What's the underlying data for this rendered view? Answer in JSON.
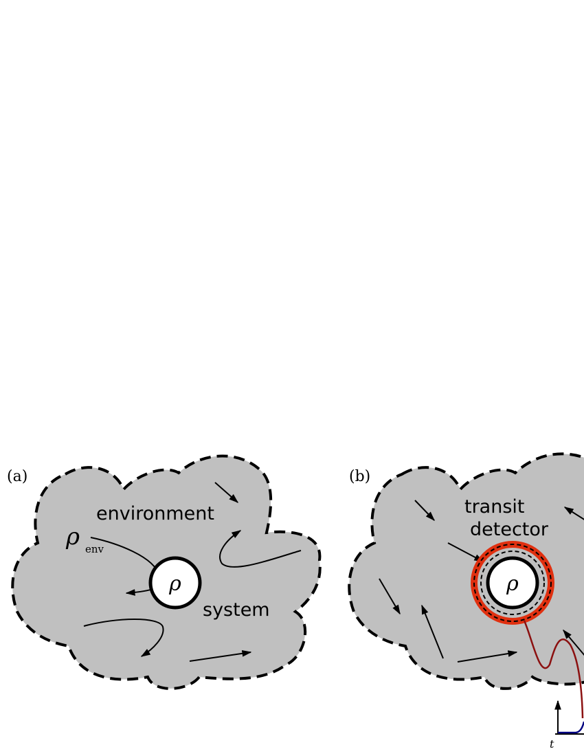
{
  "panel_a": {
    "label": "(a)",
    "environment_label": "environment",
    "rho_env_symbol": "ρ",
    "rho_env_subscript": "env",
    "system_label": "system",
    "rho_symbol": "ρ"
  },
  "panel_b": {
    "label": "(b)",
    "detector_label_line1": "transit",
    "detector_label_line2": "detector",
    "rho_symbol": "ρ",
    "time_axis_label": "t"
  },
  "colors": {
    "cloud_fill": "#c0c0c0",
    "detector_ring": "#e03010",
    "signal_line": "#8b1010",
    "inset_signal": "#000080"
  }
}
